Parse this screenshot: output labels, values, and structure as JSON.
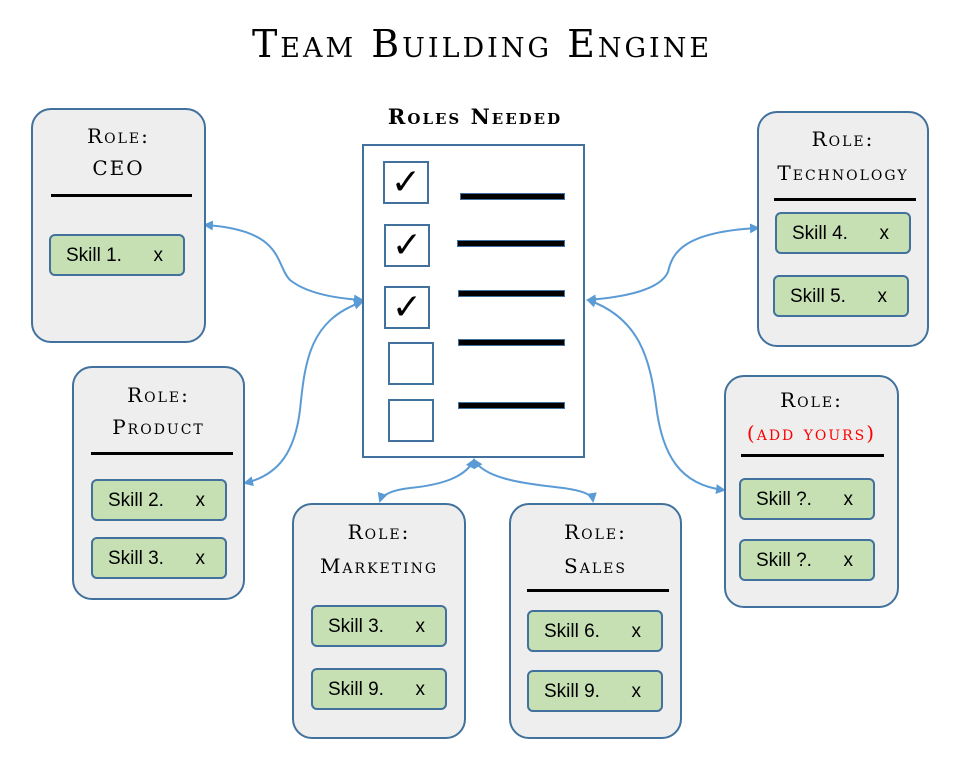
{
  "title": "Team Building Engine",
  "checklist": {
    "title": "Roles Needed",
    "items": [
      {
        "mark": "✓"
      },
      {
        "mark": "✓"
      },
      {
        "mark": "✓"
      },
      {
        "mark": ""
      },
      {
        "mark": ""
      }
    ]
  },
  "role_prefix": "Role:",
  "roles": {
    "ceo": {
      "name": "CEO",
      "skills": [
        {
          "label": "Skill 1.",
          "remove": "x"
        }
      ]
    },
    "technology": {
      "name": "Technology",
      "skills": [
        {
          "label": "Skill 4.",
          "remove": "x"
        },
        {
          "label": "Skill 5.",
          "remove": "x"
        }
      ]
    },
    "product": {
      "name": "Product",
      "skills": [
        {
          "label": "Skill 2.",
          "remove": "x"
        },
        {
          "label": "Skill 3.",
          "remove": "x"
        }
      ]
    },
    "add": {
      "name": "(add yours)",
      "skills": [
        {
          "label": "Skill ?.",
          "remove": "x"
        },
        {
          "label": "Skill ?.",
          "remove": "x"
        }
      ]
    },
    "marketing": {
      "name": "Marketing",
      "skills": [
        {
          "label": "Skill 3.",
          "remove": "x"
        },
        {
          "label": "Skill 9.",
          "remove": "x"
        }
      ]
    },
    "sales": {
      "name": "Sales",
      "skills": [
        {
          "label": "Skill 6.",
          "remove": "x"
        },
        {
          "label": "Skill 9.",
          "remove": "x"
        }
      ]
    }
  },
  "colors": {
    "card_fill": "#eeeeee",
    "outline": "#41719c",
    "skill_fill": "#c6e0b4",
    "connector": "#5b9bd5",
    "highlight": "#ff0000"
  }
}
